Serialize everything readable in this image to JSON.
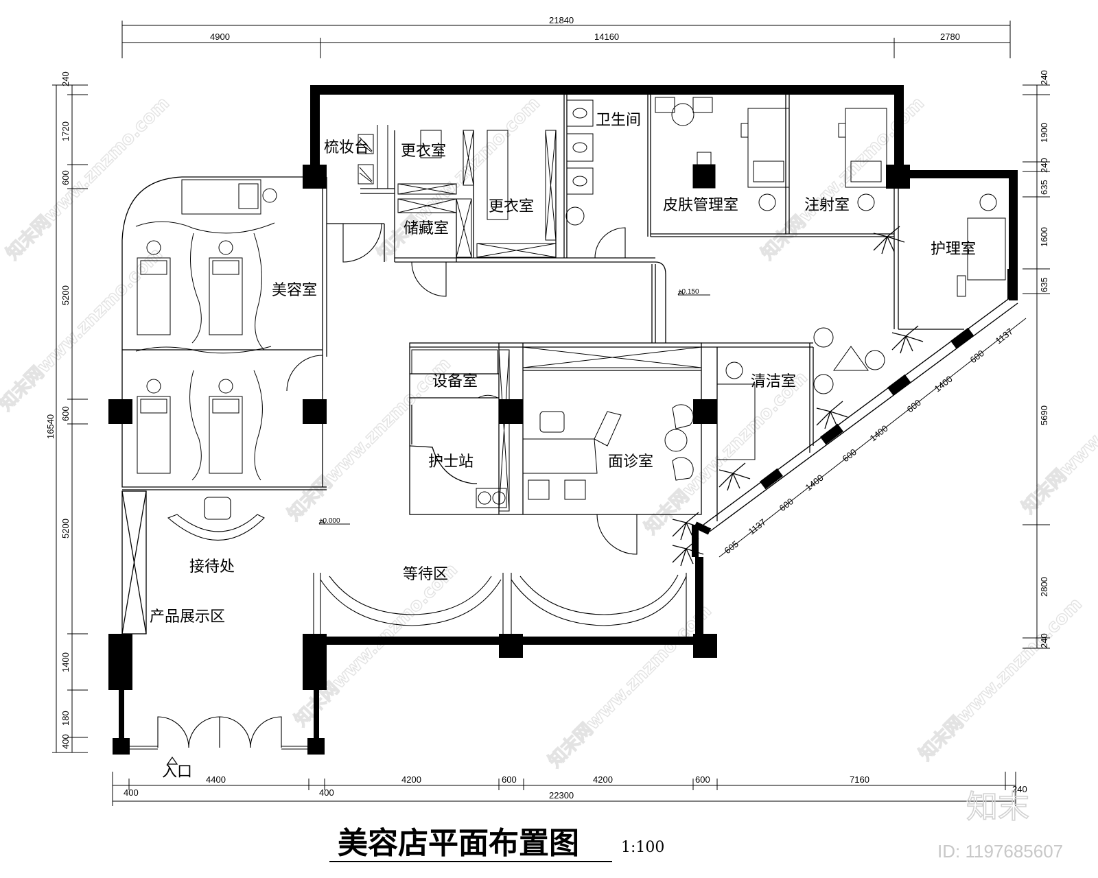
{
  "title": "美容店平面布置图",
  "scale": "1:100",
  "rooms": {
    "makeup": "梳妆台",
    "changing1": "更衣室",
    "changing2": "更衣室",
    "storage": "储藏室",
    "restroom": "卫生间",
    "skin": "皮肤管理室",
    "injection": "注射室",
    "care": "护理室",
    "beauty": "美容室",
    "equipment": "设备室",
    "nurse": "护士站",
    "consult": "面诊室",
    "cleaning": "清洁室",
    "reception": "接待处",
    "waiting": "等待区",
    "display": "产品展示区",
    "entrance": "入口"
  },
  "elevations": {
    "upper": "±0.150",
    "lower": "±0.000"
  },
  "dimensions": {
    "top_total": "21840",
    "top_segments": [
      "4900",
      "14160",
      "2780"
    ],
    "bottom_total": "22300",
    "bottom_segments": [
      "4400",
      "4200",
      "600",
      "4200",
      "600",
      "7160"
    ],
    "bottom_small": [
      "400",
      "400",
      "240"
    ],
    "left_total": "16540",
    "left_segments": [
      "240",
      "1720",
      "600",
      "5200",
      "600",
      "5200",
      "1400",
      "180",
      "400"
    ],
    "right_segments": [
      "240",
      "1900",
      "240",
      "635",
      "1600",
      "635",
      "5690",
      "2800",
      "240"
    ],
    "diagonal_segments": [
      "605",
      "1137",
      "600",
      "1400",
      "600",
      "1400",
      "600",
      "1400",
      "600",
      "1137"
    ]
  },
  "watermark": "知末网www.znzmo.com",
  "logo": "知末",
  "image_id": "ID: 1197685607"
}
